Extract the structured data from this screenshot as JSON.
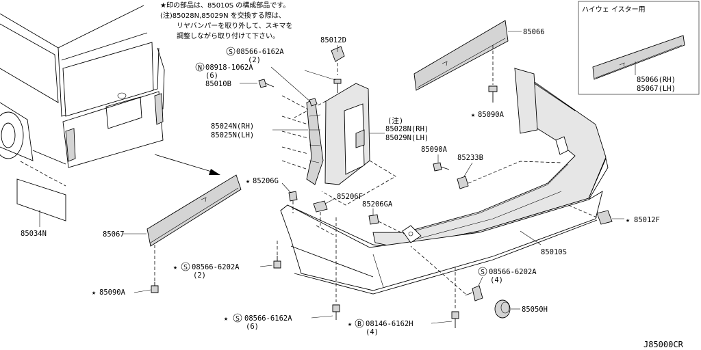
{
  "notes": {
    "line1": "★印の部品は、85010S の構成部品です。",
    "line2": "(注)85028N,85029N を交換する際は、",
    "line3": "リヤバンパーを取り外して、スキマを",
    "line4": "調整しながら取り付けて下さい。"
  },
  "inset": {
    "title": "ハイウェ イスター用",
    "label_rh": "85066(RH)",
    "label_lh": "85067(LH)"
  },
  "parts": {
    "p85012D": "85012D",
    "p85066": "85066",
    "s08566_6162A_top": "08566-6162A",
    "s08566_6162A_top_qty": "(2)",
    "n08918_1062A": "08918-1062A",
    "n08918_1062A_qty": "(6)",
    "p85010B": "85010B",
    "p85090A_upper": "85090A",
    "note_mark": "(注)",
    "p85024N": "85024N(RH)",
    "p85025N": "85025N(LH)",
    "p85028N": "85028N(RH)",
    "p85029N": "85029N(LH)",
    "p85090A_mid": "85090A",
    "p85233B": "85233B",
    "p85206G": "85206G",
    "p85206F": "85206F",
    "p85206GA": "85206GA",
    "p85034N": "85034N",
    "p85067": "85067",
    "p85012F": "85012F",
    "p85010S": "85010S",
    "s08566_6202A_left": "08566-6202A",
    "s08566_6202A_left_qty": "(2)",
    "s08566_6202A_right": "08566-6202A",
    "s08566_6202A_right_qty": "(4)",
    "p85090A_lower": "85090A",
    "p85050H": "85050H",
    "s08566_6162A_bottom": "08566-6162A",
    "s08566_6162A_bottom_qty": "(6)",
    "b08146_6162H": "08146-6162H",
    "b08146_6162H_qty": "(4)"
  },
  "symbols": {
    "star": "★",
    "circled_s": "S",
    "circled_n": "N",
    "circled_b": "B"
  },
  "diagram_code": "J85000CR"
}
